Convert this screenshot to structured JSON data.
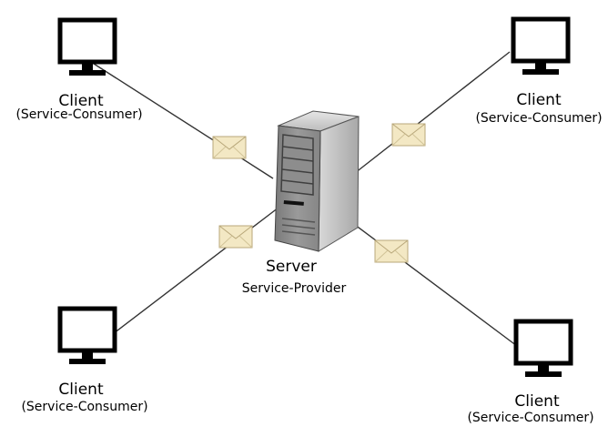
{
  "server": {
    "title": "Server",
    "subtitle": "Service-Provider",
    "icon": "server-tower-icon"
  },
  "clients": [
    {
      "id": "top-left",
      "title": "Client",
      "subtitle": "(Service-Consumer)",
      "icon": "monitor-icon"
    },
    {
      "id": "top-right",
      "title": "Client",
      "subtitle": "(Service-Consumer)",
      "icon": "monitor-icon"
    },
    {
      "id": "bottom-left",
      "title": "Client",
      "subtitle": "(Service-Consumer)",
      "icon": "monitor-icon"
    },
    {
      "id": "bottom-right",
      "title": "Client",
      "subtitle": "(Service-Consumer)",
      "icon": "monitor-icon"
    }
  ],
  "message_icon": "envelope-icon",
  "colors": {
    "monitor": "#000000",
    "connector": "#333333",
    "envelope_fill": "#f3e8c4",
    "envelope_stroke": "#b8a77a",
    "server_light": "#c9c9c9",
    "server_mid": "#a6a6a6",
    "server_dark": "#6b6b6b"
  }
}
